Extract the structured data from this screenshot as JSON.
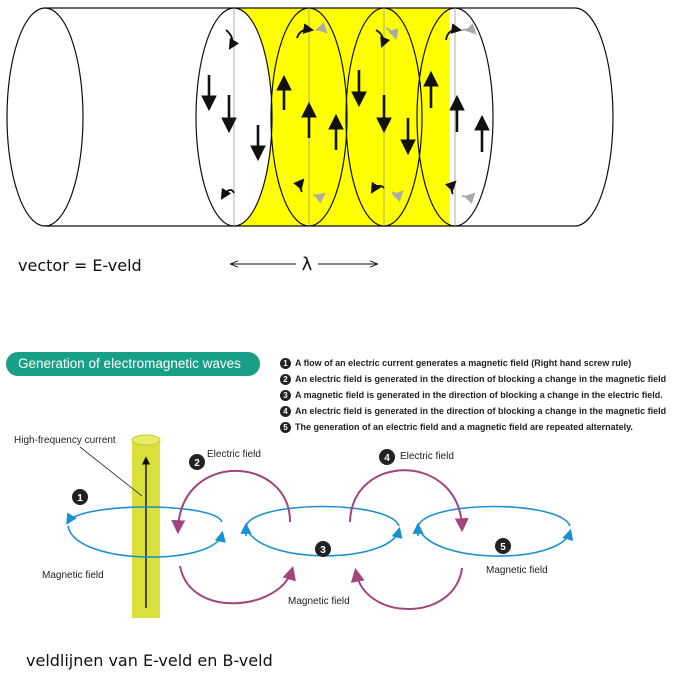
{
  "top": {
    "legend": "vector = E-veld",
    "wavelength_symbol": "λ"
  },
  "bottom": {
    "banner_title": "Generation of electromagnetic waves",
    "steps": [
      {
        "num": "1",
        "text": "A flow of an electric current generates a magnetic field (Right hand screw rule)"
      },
      {
        "num": "2",
        "text": "An electric field is generated in the direction of blocking a change in the magnetic field"
      },
      {
        "num": "3",
        "text": "A magnetic field is generated in the direction of blocking a change in the electric field."
      },
      {
        "num": "4",
        "text": "An electric field is generated in the direction of blocking a change in the magnetic field"
      },
      {
        "num": "5",
        "text": "The generation of an electric field and a magnetic field are repeated alternately."
      }
    ],
    "labels": {
      "current": "High-frequency current",
      "electric_1": "Electric field",
      "electric_2": "Electric field",
      "magnetic_1": "Magnetic field",
      "magnetic_2": "Magnetic field",
      "magnetic_3": "Magnetic field"
    },
    "markers": {
      "m1": "1",
      "m2": "2",
      "m3": "3",
      "m4": "4",
      "m5": "5"
    },
    "caption": "veldlijnen van E-veld en B-veld"
  },
  "colors": {
    "field_yellow": "#ffff00",
    "magnetic_blue": "#1a8fd1",
    "electric_purple": "#a0457e",
    "banner_green": "#17a086",
    "conductor_yellow": "#d9e03c"
  }
}
